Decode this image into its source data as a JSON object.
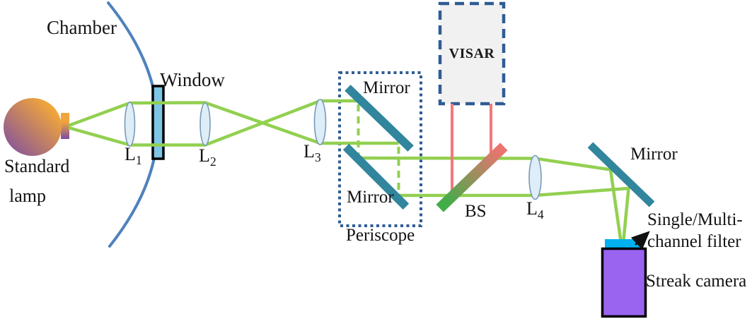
{
  "labels": {
    "chamber": "Chamber",
    "window": "Window",
    "standard_line1": "Standard",
    "standard_line2": "lamp",
    "l1": {
      "base": "L",
      "sub": "1"
    },
    "l2": {
      "base": "L",
      "sub": "2"
    },
    "l3": {
      "base": "L",
      "sub": "3"
    },
    "l4": {
      "base": "L",
      "sub": "4"
    },
    "mirror_top": "Mirror",
    "mirror_bottom": "Mirror",
    "mirror_right": "Mirror",
    "periscope": "Periscope",
    "visar": "VISAR",
    "bs": "BS",
    "filter_line1": "Single/Multi-",
    "filter_line2": "channel filter",
    "streak_camera": "Streak camera"
  },
  "colors": {
    "beam_green": "#92D050",
    "visar_beam_pink": "#F4777B",
    "mirror_teal": "#31859C",
    "chamber_blue": "#4F81BD",
    "box_border_blue": "#2F5C94",
    "visar_fill": "#F1F1F1",
    "window_blue": "#7EC5E8",
    "lens_fill": "#DDEEF8",
    "lens_stroke": "#7A99B8",
    "filter_cyan": "#00B0F0",
    "camera_purple": "#9A63F0",
    "lamp_orange": "#F0A43C",
    "lamp_purple": "#7B4CA3",
    "bs_green": "#3FAE49",
    "bs_red": "#E8756F"
  }
}
